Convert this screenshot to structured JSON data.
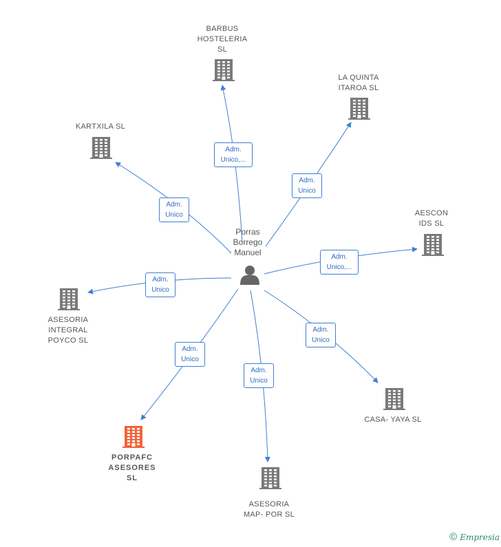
{
  "center": {
    "label": "Porras\nBorrego\nManuel"
  },
  "nodes": [
    {
      "id": "barbus",
      "label": "BARBUS\nHOSTELERIA\nSL",
      "color": "#7a7a7a"
    },
    {
      "id": "laquinta",
      "label": "LA QUINTA\nITAROA  SL",
      "color": "#7a7a7a"
    },
    {
      "id": "kartxila",
      "label": "KARTXILA SL",
      "color": "#7a7a7a"
    },
    {
      "id": "aescon",
      "label": "AESCON\nIDS  SL",
      "color": "#7a7a7a"
    },
    {
      "id": "asesoria_integral",
      "label": "ASESORIA\nINTEGRAL\nPOYCO  SL",
      "color": "#7a7a7a"
    },
    {
      "id": "casa_yaya",
      "label": "CASA- YAYA SL",
      "color": "#7a7a7a"
    },
    {
      "id": "porpafc",
      "label": "PORPAFC\nASESORES\nSL",
      "color": "#f0643a"
    },
    {
      "id": "asesoria_map",
      "label": "ASESORIA\nMAP- POR  SL",
      "color": "#7a7a7a"
    }
  ],
  "edges": [
    {
      "to": "barbus",
      "label": "Adm.\nUnico,..."
    },
    {
      "to": "laquinta",
      "label": "Adm.\nUnico"
    },
    {
      "to": "kartxila",
      "label": "Adm.\nUnico"
    },
    {
      "to": "aescon",
      "label": "Adm.\nUnico,..."
    },
    {
      "to": "asesoria_integral",
      "label": "Adm.\nUnico"
    },
    {
      "to": "casa_yaya",
      "label": "Adm.\nUnico"
    },
    {
      "to": "porpafc",
      "label": "Adm.\nUnico"
    },
    {
      "to": "asesoria_map",
      "label": "Adm.\nUnico"
    }
  ],
  "colors": {
    "edge": "#3f7fcf",
    "person": "#666666"
  },
  "footer": {
    "copyright": "©",
    "brand": "Empresia"
  }
}
